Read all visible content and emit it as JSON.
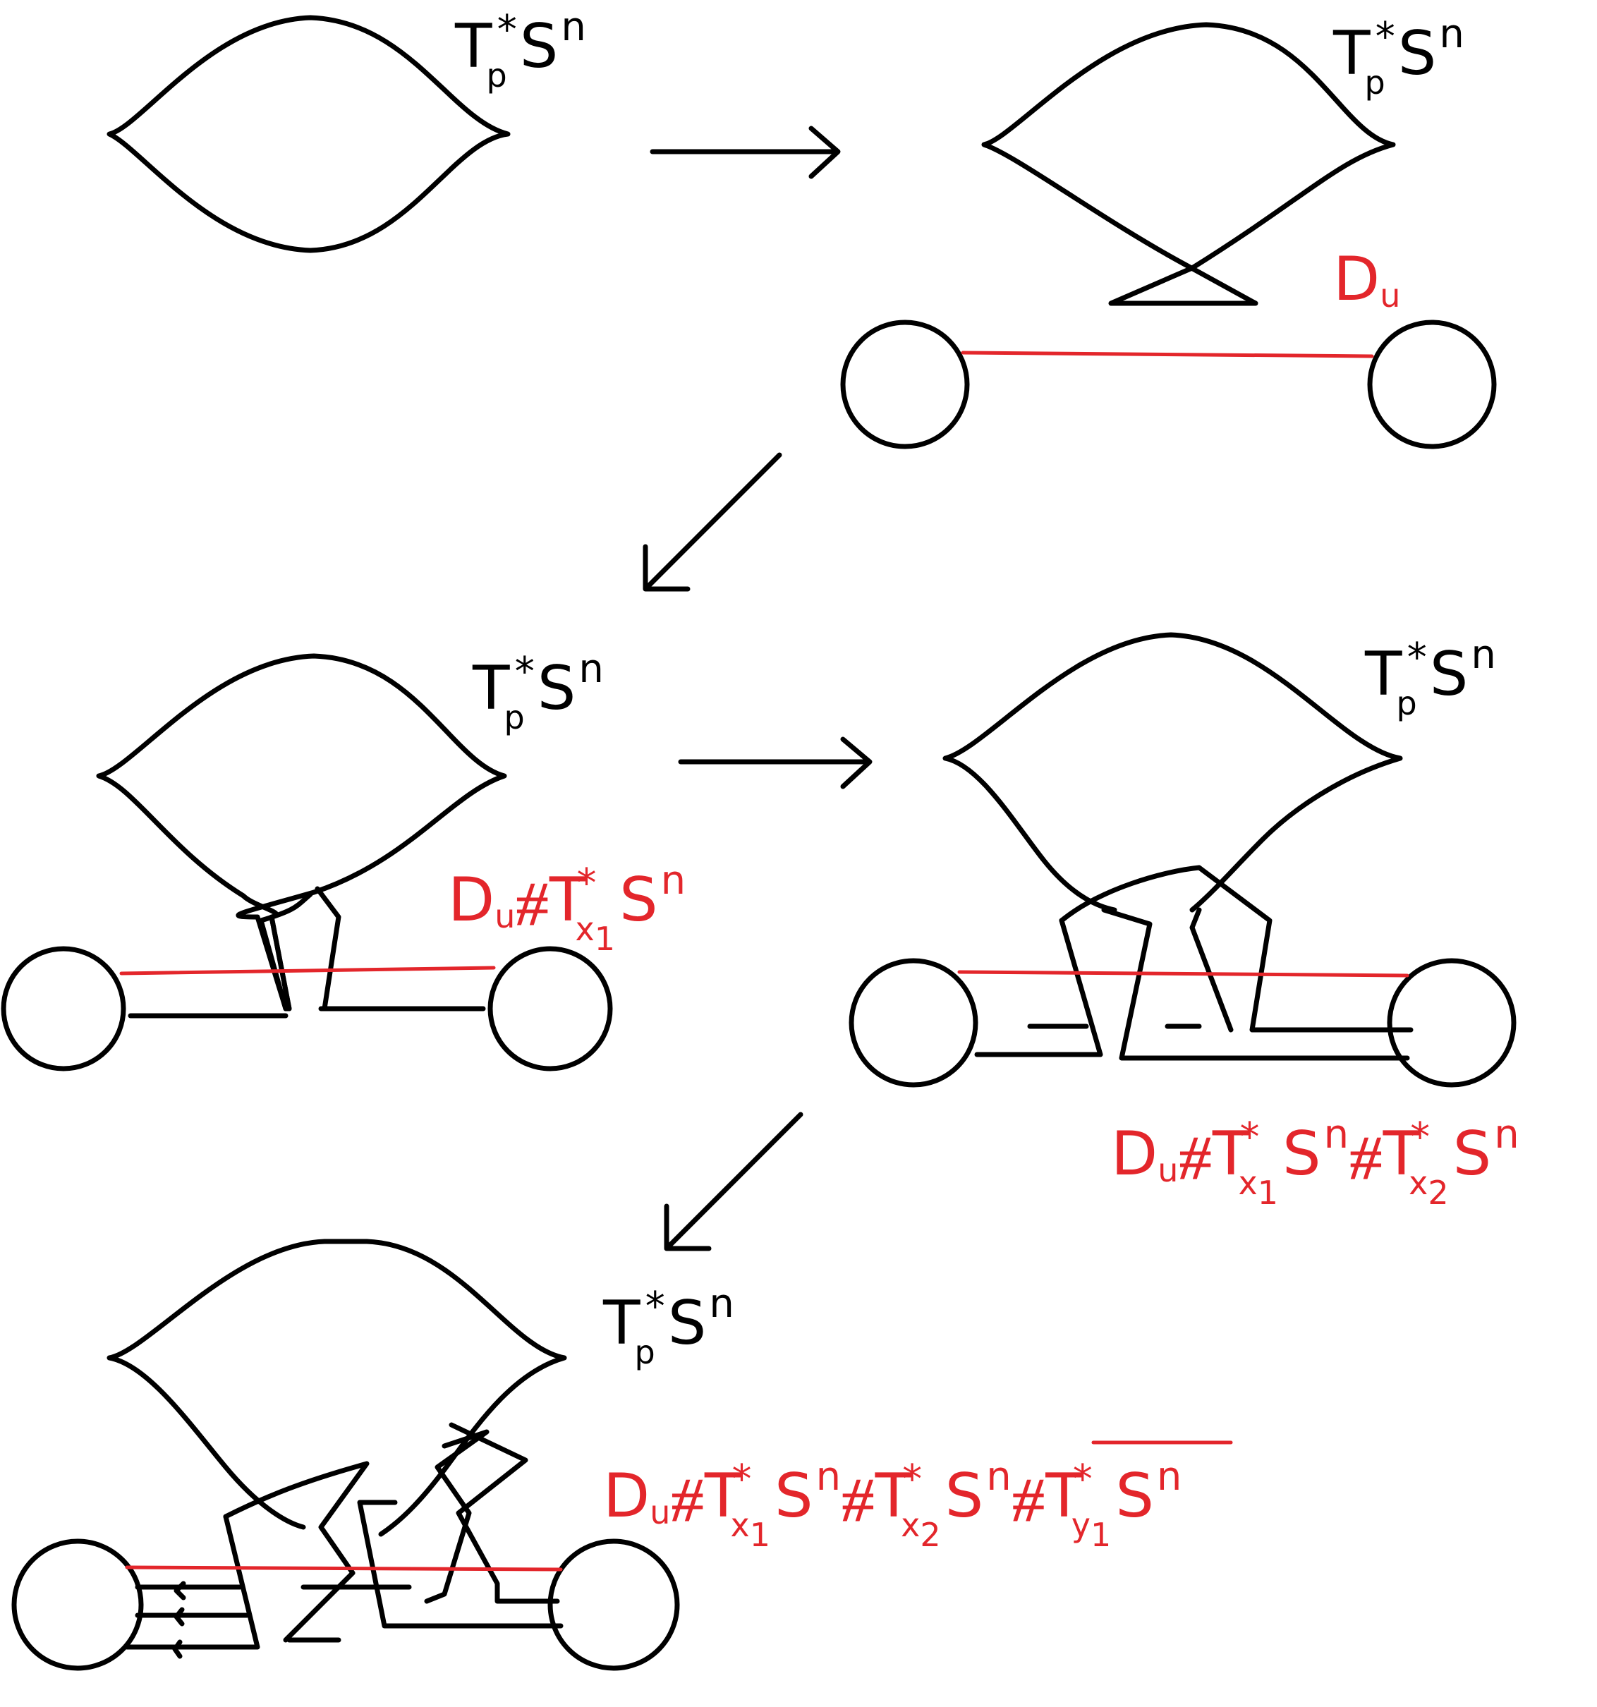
{
  "colors": {
    "ink": "#000000",
    "accent_red": "#e3262b"
  },
  "label_Tp_S": {
    "T": "T",
    "sub": "p",
    "star": "*",
    "S": "S",
    "n": "n"
  },
  "label_Du": {
    "D": "D",
    "u": "u"
  },
  "label_step3": {
    "D": "D",
    "u": "u",
    "op1": "⧣",
    "T": "T",
    "star": "*",
    "x1_x": "x",
    "x1_1": "1",
    "S": "S",
    "n": "n"
  },
  "label_step4": {
    "D": "D",
    "u": "u",
    "op": "⧣",
    "T": "T",
    "star": "*",
    "x": "x",
    "one": "1",
    "two": "2",
    "S": "S",
    "n": "n"
  },
  "label_step5": {
    "D": "D",
    "u": "u",
    "op": "⧣",
    "T": "T",
    "star": "*",
    "x": "x",
    "y": "y",
    "one": "1",
    "two": "2",
    "S": "S",
    "n": "n"
  }
}
